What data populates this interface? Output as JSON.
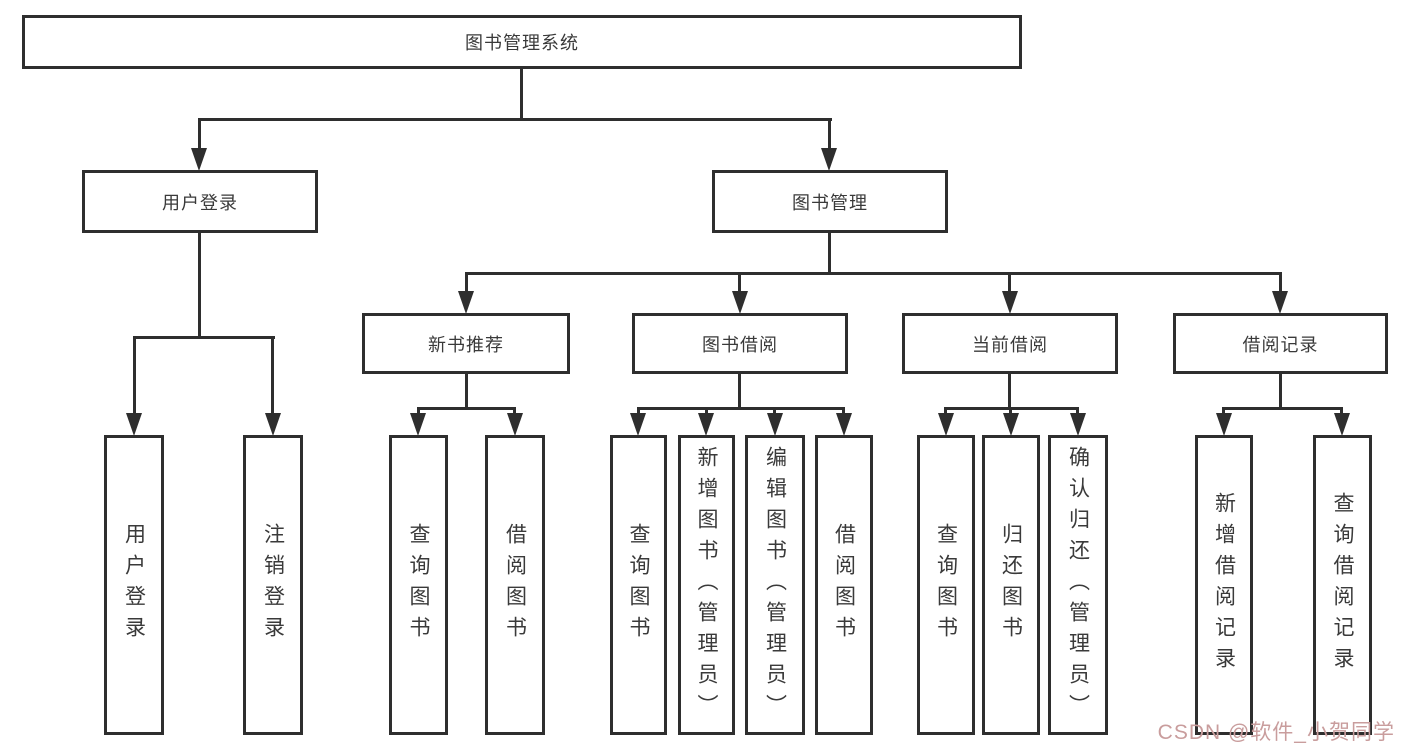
{
  "diagram": {
    "type": "hierarchy-diagram",
    "title": "图书管理系统"
  },
  "colors": {
    "line": "#2e2e2e",
    "text": "#3a3a3a",
    "background": "#ffffff",
    "watermark": "#c99d9d"
  },
  "tree": {
    "root": "图书管理系统",
    "children": [
      {
        "label": "用户登录",
        "children": [
          "用户登录",
          "注销登录"
        ]
      },
      {
        "label": "图书管理",
        "children": [
          {
            "label": "新书推荐",
            "children": [
              "查询图书",
              "借阅图书"
            ]
          },
          {
            "label": "图书借阅",
            "children": [
              "查询图书",
              "新增图书（管理员）",
              "编辑图书（管理员）",
              "借阅图书"
            ]
          },
          {
            "label": "当前借阅",
            "children": [
              "查询图书",
              "归还图书",
              "确认归还（管理员）"
            ]
          },
          {
            "label": "借阅记录",
            "children": [
              "新增借阅记录",
              "查询借阅记录"
            ]
          }
        ]
      }
    ]
  },
  "watermark": {
    "text": "CSDN @软件_小贺同学"
  }
}
